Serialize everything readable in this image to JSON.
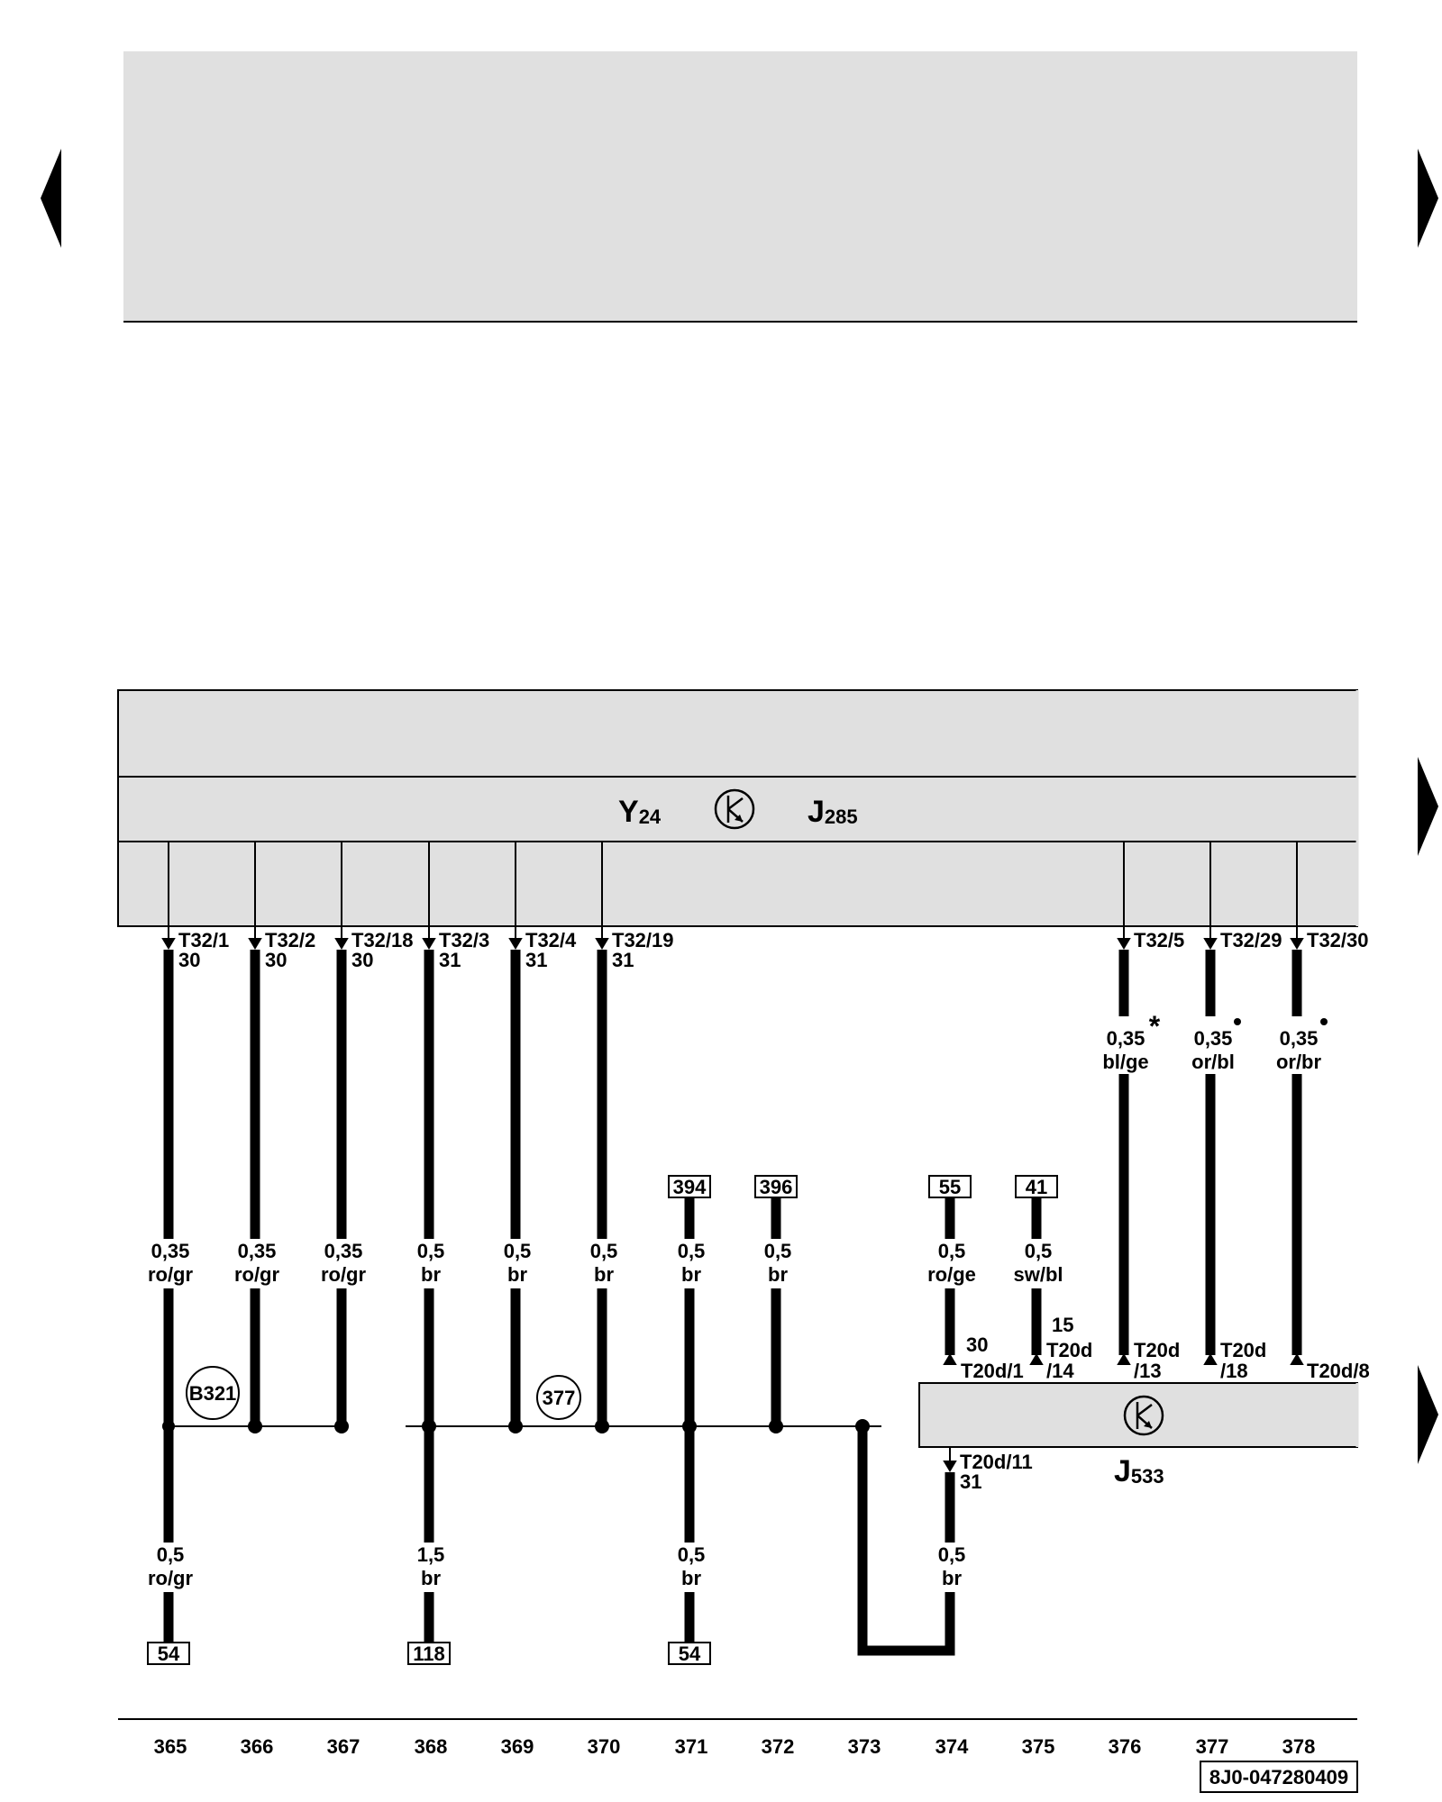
{
  "nav": {
    "prev_icon": "triangle-left-icon",
    "next_icon": "triangle-right-icon"
  },
  "components": {
    "y24": {
      "main": "Y",
      "sub": "24"
    },
    "j285": {
      "main": "J",
      "sub": "285"
    },
    "j533": {
      "main": "J",
      "sub": "533"
    },
    "symbol_icon": "electronic-control-unit-icon"
  },
  "wires": [
    {
      "id": "w365",
      "top_pin": "T32/1",
      "top_term": "30",
      "mid_spec": [
        "0,35",
        "ro/gr"
      ],
      "bot_spec": [
        "0,5",
        "ro/gr"
      ],
      "bot_ref": "54"
    },
    {
      "id": "w366",
      "top_pin": "T32/2",
      "top_term": "30",
      "mid_spec": [
        "0,35",
        "ro/gr"
      ]
    },
    {
      "id": "w367",
      "top_pin": "T32/18",
      "top_term": "30",
      "mid_spec": [
        "0,35",
        "ro/gr"
      ]
    },
    {
      "id": "w368",
      "top_pin": "T32/3",
      "top_term": "31",
      "mid_spec": [
        "0,5",
        "br"
      ],
      "bot_spec": [
        "1,5",
        "br"
      ],
      "bot_ref": "118"
    },
    {
      "id": "w369",
      "top_pin": "T32/4",
      "top_term": "31",
      "mid_spec": [
        "0,5",
        "br"
      ]
    },
    {
      "id": "w370",
      "top_pin": "T32/19",
      "top_term": "31",
      "mid_spec": [
        "0,5",
        "br"
      ]
    },
    {
      "id": "w371",
      "top_ref": "394",
      "mid_spec": [
        "0,5",
        "br"
      ],
      "bot_spec": [
        "0,5",
        "br"
      ],
      "bot_ref": "54"
    },
    {
      "id": "w372",
      "top_ref": "396",
      "mid_spec": [
        "0,5",
        "br"
      ]
    },
    {
      "id": "w374",
      "top_ref": "55",
      "mid_spec": [
        "0,5",
        "ro/ge"
      ],
      "j533_term": "30",
      "j533_pin": "T20d/1",
      "bot_pin": "T20d/11",
      "bot_term": "31",
      "bot_spec": [
        "0,5",
        "br"
      ]
    },
    {
      "id": "w375",
      "top_ref": "41",
      "mid_spec": [
        "0,5",
        "sw/bl"
      ],
      "j533_term": "15",
      "j533_pin_a": "T20d",
      "j533_pin_b": "/14"
    },
    {
      "id": "w376",
      "top_pin": "T32/5",
      "up_spec": [
        "0,35",
        "bl/ge"
      ],
      "note_mark": "*",
      "j533_pin_a": "T20d",
      "j533_pin_b": "/13"
    },
    {
      "id": "w377",
      "top_pin": "T32/29",
      "up_spec": [
        "0,35",
        "or/bl"
      ],
      "j533_pin_a": "T20d",
      "j533_pin_b": "/18"
    },
    {
      "id": "w378",
      "top_pin": "T32/30",
      "up_spec": [
        "0,35",
        "or/br"
      ],
      "j533_pin": "T20d/8"
    }
  ],
  "junctions": {
    "b321": "B321",
    "n377": "377"
  },
  "columns": [
    "365",
    "366",
    "367",
    "368",
    "369",
    "370",
    "371",
    "372",
    "373",
    "374",
    "375",
    "376",
    "377",
    "378"
  ],
  "doc_number": "8J0-047280409",
  "colors": {
    "component_fill": "#e0e0e0",
    "wire": "#000000",
    "background": "#ffffff"
  }
}
